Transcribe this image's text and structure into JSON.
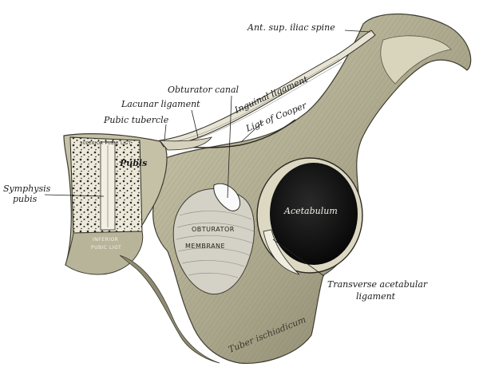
{
  "labels": {
    "ant_sup_iliac_spine": "Ant. sup. iliac spine",
    "inguinal_ligament": "Inguinal ligament",
    "obturator_canal": "Obturator canal",
    "lacunar_ligament": "Lacunar ligament",
    "ligt_of_cooper": "Ligt of Cooper",
    "pubic_tubercle": "Pubic tubercle",
    "pubis": "Pubis",
    "symphysis": "Symphysis",
    "symphysis_sub": "pubis",
    "acetabulum": "Acetabulum",
    "obturator": "OBTURATOR",
    "membrane": "MEMBRANE",
    "transverse_acetabular": "Transverse acetabular",
    "transverse_acetabular_sub": "ligament",
    "tuber_ischiadicum": "Tuber ischiadicum",
    "superior_pubic_ligt": "SUPERIOR PUBIC LIGT",
    "inferior": "INFERIOR",
    "pubic_ligt": "PUBIC LIGT"
  },
  "colors": {
    "bone": "#b9b59a",
    "bone_shade": "#8f8b72",
    "bone_dark": "#5f5c49",
    "cartilage": "#e9e6d6",
    "cavity": "#121212",
    "membrane": "#d8d6cc"
  }
}
